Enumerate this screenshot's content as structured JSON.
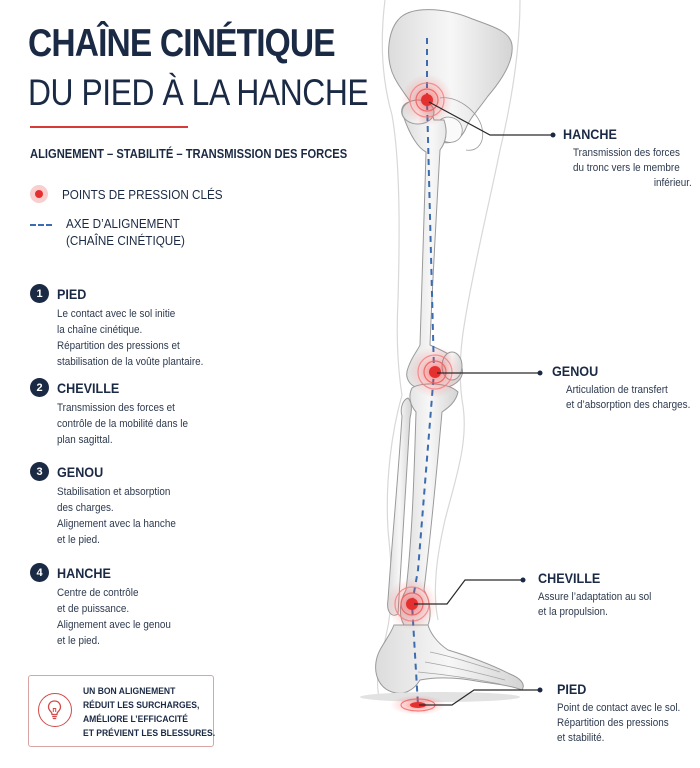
{
  "header": {
    "title_line1": "CHAÎNE CINÉTIQUE",
    "title_line2": "DU PIED À LA HANCHE",
    "subtitle": "ALIGNEMENT – STABILITÉ – TRANSMISSION DES FORCES"
  },
  "legend": {
    "pressure_points": "POINTS DE PRESSION CLÉS",
    "axis_line1": "AXE D’ALIGNEMENT",
    "axis_line2": "(CHAÎNE CINÉTIQUE)"
  },
  "steps": [
    {
      "num": "1",
      "title": "PIED",
      "lines": [
        "Le contact avec le sol initie",
        "la chaîne cinétique.",
        "Répartition des pressions et",
        "stabilisation de la voûte plantaire."
      ]
    },
    {
      "num": "2",
      "title": "CHEVILLE",
      "lines": [
        "Transmission des forces et",
        "contrôle de la mobilité dans le",
        "plan sagittal."
      ]
    },
    {
      "num": "3",
      "title": "GENOU",
      "lines": [
        "Stabilisation et absorption",
        "des charges.",
        "Alignement avec la hanche",
        "et le pied."
      ]
    },
    {
      "num": "4",
      "title": "HANCHE",
      "lines": [
        "Centre de contrôle",
        "et de puissance.",
        "Alignement avec le genou",
        "et le pied."
      ]
    }
  ],
  "callout": {
    "icon": "lightbulb-icon",
    "lines": [
      "UN BON ALIGNEMENT",
      "RÉDUIT LES SURCHARGES,",
      "AMÉLIORE L’EFFICACITÉ",
      "ET PRÉVIENT LES BLESSURES."
    ]
  },
  "labels": {
    "hanche": {
      "title": "HANCHE",
      "lines": [
        "Transmission des forces",
        "du tronc vers le membre",
        "inférieur."
      ]
    },
    "genou": {
      "title": "GENOU",
      "lines": [
        "Articulation de transfert",
        "et d’absorption des charges."
      ]
    },
    "cheville": {
      "title": "CHEVILLE",
      "lines": [
        "Assure l’adaptation au sol",
        "et la propulsion."
      ]
    },
    "pied": {
      "title": "PIED",
      "lines": [
        "Point de contact avec le sol.",
        "Répartition des pressions",
        "et stabilité."
      ]
    }
  },
  "colors": {
    "navy": "#1b2a44",
    "accent_red": "#e53030",
    "axis_blue": "#3b6cb0",
    "bone": "#ebebeb"
  }
}
